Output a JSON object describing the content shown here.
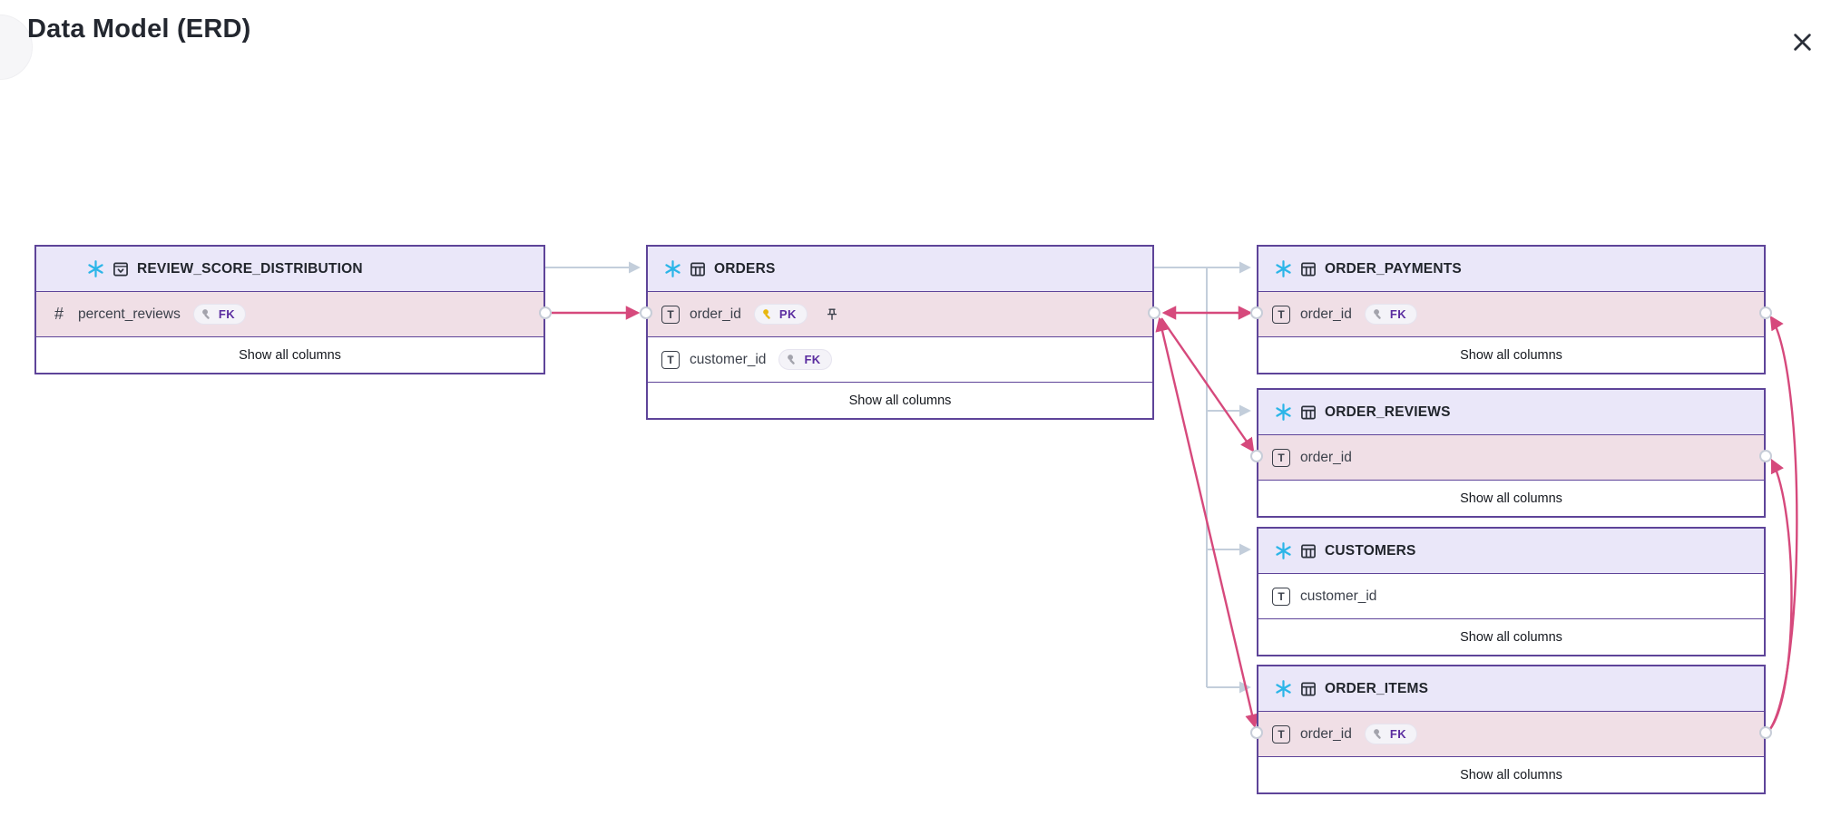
{
  "header": {
    "title": "Data Model (ERD)"
  },
  "icon_glyphs": {
    "number": "#",
    "text": "T"
  },
  "colors": {
    "relationship_pink": "#d6497c",
    "flow_gray": "#c3cedb",
    "border_purple": "#5e4499",
    "header_bg": "#eae7f9",
    "row_highlight_bg": "#f0dfe6",
    "snowflake_blue": "#2bb5e8",
    "badge_purple": "#5b2da0",
    "pk_key_gold": "#e8b70f",
    "fk_key_gray": "#a3a3ac"
  },
  "diagram": {
    "tables": [
      {
        "id": "review_score_distribution",
        "name": "REVIEW_SCORE_DISTRIBUTION",
        "object_icon": "view",
        "columns": [
          {
            "name": "percent_reviews",
            "type": "number",
            "badge": "FK",
            "pinned": false,
            "highlighted": true
          }
        ],
        "footer_label": "Show all columns"
      },
      {
        "id": "orders",
        "name": "ORDERS",
        "object_icon": "table",
        "columns": [
          {
            "name": "order_id",
            "type": "text",
            "badge": "PK",
            "pinned": true,
            "highlighted": true
          },
          {
            "name": "customer_id",
            "type": "text",
            "badge": "FK",
            "pinned": false,
            "highlighted": false
          }
        ],
        "footer_label": "Show all columns"
      },
      {
        "id": "order_payments",
        "name": "ORDER_PAYMENTS",
        "object_icon": "table",
        "columns": [
          {
            "name": "order_id",
            "type": "text",
            "badge": "FK",
            "pinned": false,
            "highlighted": true
          }
        ],
        "footer_label": "Show all columns"
      },
      {
        "id": "order_reviews",
        "name": "ORDER_REVIEWS",
        "object_icon": "table",
        "columns": [
          {
            "name": "order_id",
            "type": "text",
            "badge": null,
            "pinned": false,
            "highlighted": true
          }
        ],
        "footer_label": "Show all columns"
      },
      {
        "id": "customers",
        "name": "CUSTOMERS",
        "object_icon": "table",
        "columns": [
          {
            "name": "customer_id",
            "type": "text",
            "badge": null,
            "pinned": false,
            "highlighted": false
          }
        ],
        "footer_label": "Show all columns"
      },
      {
        "id": "order_items",
        "name": "ORDER_ITEMS",
        "object_icon": "table",
        "columns": [
          {
            "name": "order_id",
            "type": "text",
            "badge": "FK",
            "pinned": false,
            "highlighted": true
          }
        ],
        "footer_label": "Show all columns"
      }
    ],
    "relationships": [
      {
        "from": "REVIEW_SCORE_DISTRIBUTION.percent_reviews",
        "to": "ORDERS.order_id",
        "arrows": "to"
      },
      {
        "from": "ORDERS.order_id",
        "to": "ORDER_PAYMENTS.order_id",
        "arrows": "both"
      },
      {
        "from": "ORDERS.order_id",
        "to": "ORDER_REVIEWS.order_id",
        "arrows": "to"
      },
      {
        "from": "ORDERS.order_id",
        "to": "ORDER_ITEMS.order_id",
        "arrows": "both"
      },
      {
        "from": "ORDER_ITEMS.order_id",
        "to": "ORDER_PAYMENTS.order_id",
        "arrows": "to",
        "route": "right-curve"
      },
      {
        "from": "ORDER_ITEMS.order_id",
        "to": "ORDER_REVIEWS.order_id",
        "arrows": "to",
        "route": "right-curve"
      }
    ],
    "table_flow_links": [
      {
        "from": "REVIEW_SCORE_DISTRIBUTION",
        "to": "ORDERS"
      },
      {
        "from": "ORDERS",
        "to": "ORDER_PAYMENTS"
      },
      {
        "from": "ORDERS",
        "to": "ORDER_REVIEWS"
      },
      {
        "from": "ORDERS",
        "to": "CUSTOMERS"
      },
      {
        "from": "ORDERS",
        "to": "ORDER_ITEMS"
      }
    ]
  }
}
